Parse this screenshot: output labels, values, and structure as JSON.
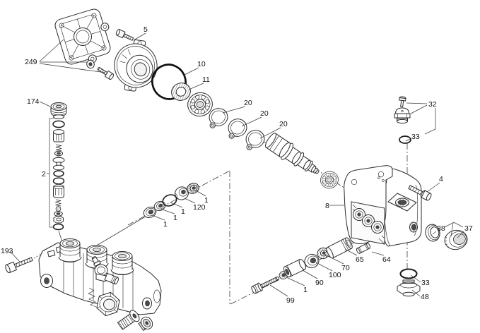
{
  "figure": {
    "kind": "exploded-parts-diagram",
    "colors": {
      "ink": "#2b2b2b",
      "background": "#ffffff"
    }
  },
  "callouts": [
    {
      "text": "249",
      "label_for": "mounting-plate-kit"
    },
    {
      "text": "5",
      "label_for": "cover-bolt"
    },
    {
      "text": "10",
      "label_for": "o-ring-large"
    },
    {
      "text": "11",
      "label_for": "oil-seal"
    },
    {
      "text": "20",
      "label_for": "retaining-ring-a"
    },
    {
      "text": "20",
      "label_for": "retaining-ring-b"
    },
    {
      "text": "20",
      "label_for": "retaining-ring-c"
    },
    {
      "text": "32",
      "label_for": "vent-plug-assembly"
    },
    {
      "text": "33",
      "label_for": "o-ring-vent"
    },
    {
      "text": "4",
      "label_for": "hex-bolt"
    },
    {
      "text": "38",
      "label_for": "side-seal"
    },
    {
      "text": "37",
      "label_for": "side-cap"
    },
    {
      "text": "33",
      "label_for": "o-ring-drain"
    },
    {
      "text": "48",
      "label_for": "drain-plug"
    },
    {
      "text": "8",
      "label_for": "crankcase"
    },
    {
      "text": "174",
      "label_for": "valve-cap-plug"
    },
    {
      "text": "2",
      "label_for": "valve-stack-assembly"
    },
    {
      "text": "193",
      "label_for": "manifold-bolt"
    },
    {
      "text": "1",
      "label_for": "seal-a"
    },
    {
      "text": "1",
      "label_for": "seal-b"
    },
    {
      "text": "1",
      "label_for": "o-ring-seal-c"
    },
    {
      "text": "120",
      "label_for": "packing"
    },
    {
      "text": "1",
      "label_for": "seal-d"
    },
    {
      "text": "65",
      "label_for": "plunger"
    },
    {
      "text": "64",
      "label_for": "pin"
    },
    {
      "text": "70",
      "label_for": "plunger-seal"
    },
    {
      "text": "100",
      "label_for": "plunger-ring"
    },
    {
      "text": "90",
      "label_for": "spacer-sleeve"
    },
    {
      "text": "1",
      "label_for": "plunger-washer"
    },
    {
      "text": "99",
      "label_for": "plunger-bolt"
    }
  ]
}
